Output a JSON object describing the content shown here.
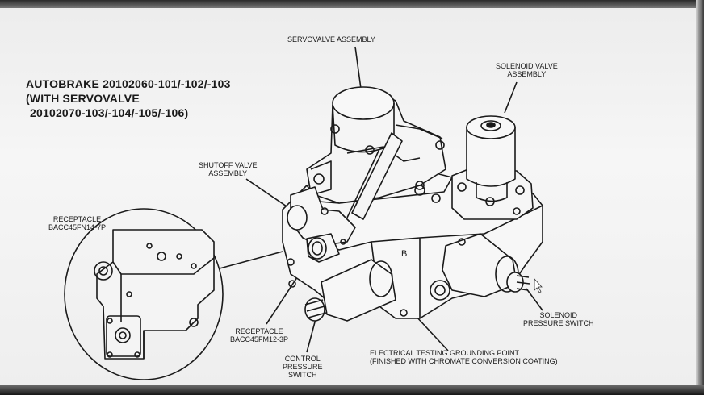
{
  "title": {
    "line1": "AUTOBRAKE 20102060-101/-102/-103",
    "line2": "(WITH SERVOVALVE",
    "line3": "20102070-103/-104/-105/-106)"
  },
  "labels": {
    "servovalve": "SERVOVALVE ASSEMBLY",
    "solenoid_valve": [
      "SOLENOID VALVE",
      "ASSEMBLY"
    ],
    "shutoff_valve": [
      "SHUTOFF VALVE",
      "ASSEMBLY"
    ],
    "receptacle_14": [
      "RECEPTACLE",
      "BACC45FN14-7P"
    ],
    "receptacle_12": [
      "RECEPTACLE",
      "BACC45FM12-3P"
    ],
    "control_pressure_switch": [
      "CONTROL",
      "PRESSURE",
      "SWITCH"
    ],
    "grounding_point": [
      "ELECTRICAL TESTING GROUNDING POINT",
      "(FINISHED WITH CHROMATE CONVERSION COATING)"
    ],
    "solenoid_pressure_switch": [
      "SOLENOID",
      "PRESSURE SWITCH"
    ],
    "body_letter": "B"
  },
  "colors": {
    "ink": "#1a1a1a",
    "paper": "#f2f2f2",
    "bezel": "#222222"
  }
}
